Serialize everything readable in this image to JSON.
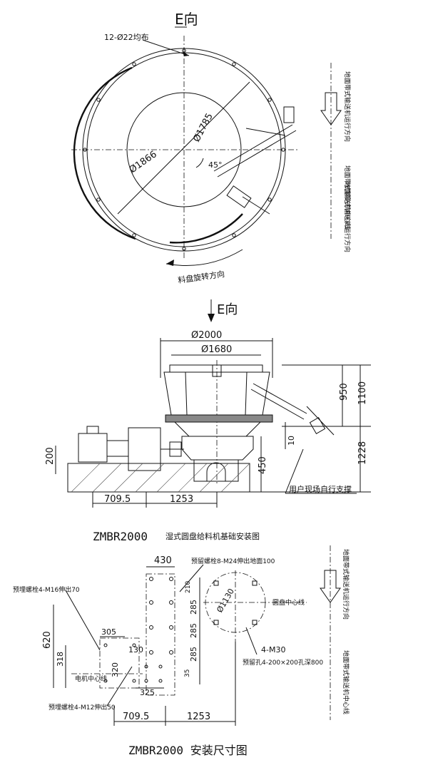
{
  "top_view": {
    "view_label": "E向",
    "holes_note": "12-Ø22均布",
    "dia_inner": "Ø1785",
    "dia_outer": "Ø1866",
    "angle": "45°",
    "rotation_note": "料盘旋转方向",
    "right_label_1": "地面带式输送机运行方向",
    "right_label_2": "地面带式输送机中心线",
    "right_label_3": "地面带式输送机运行方向"
  },
  "front_view": {
    "view_arrow_label": "E向",
    "dim_2000": "Ø2000",
    "dim_1680": "Ø1680",
    "dim_950": "950",
    "dim_1100": "1100",
    "dim_1228": "1228",
    "dim_10": "10",
    "dim_450": "450",
    "dim_200": "200",
    "dim_709": "709.5",
    "dim_1253": "1253",
    "support_note": "用户现场自行支撑",
    "caption": "ZMBR2000",
    "caption_suffix": "湿式圆盘给料机基础安装图"
  },
  "plan_view": {
    "label_top_bolt": "预留螺栓8-M24伸出地面100",
    "label_bolt_m16": "预埋螺栓4-M16伸出70",
    "label_bolt_m12": "预埋螺栓4-M12伸出50",
    "label_motor": "电机中心线",
    "label_disc_center": "圆盘中心线",
    "label_m30": "4-M30",
    "label_hole": "预留孔4-200×200孔深800",
    "dia_1130": "Ø1130",
    "dim_430": "430",
    "dim_210": "210",
    "dim_285a": "285",
    "dim_285b": "285",
    "dim_285c": "285",
    "dim_620": "620",
    "dim_305": "305",
    "dim_318": "318",
    "dim_130": "130",
    "dim_320": "320",
    "dim_35": "35",
    "dim_325": "325",
    "dim_709": "709.5",
    "dim_1253": "1253",
    "right_label_1": "地面带式输送机运行方向",
    "right_label_2": "地面带式输送机中心线",
    "caption": "ZMBR2000 安装尺寸图"
  }
}
